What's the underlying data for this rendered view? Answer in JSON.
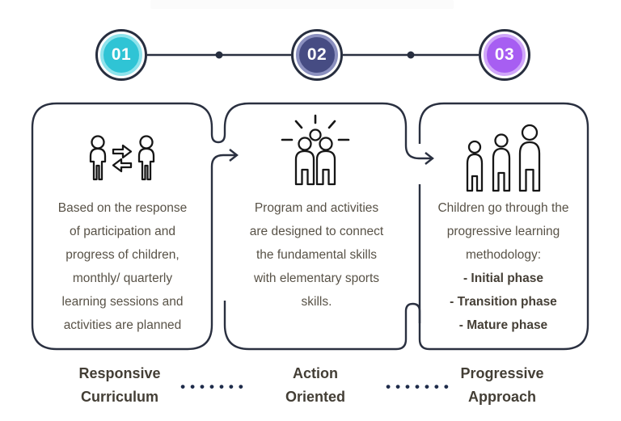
{
  "timeline": {
    "steps": [
      {
        "number": "01",
        "color": "#2fc4d5",
        "glow": "#8fe3ec"
      },
      {
        "number": "02",
        "color": "#464c83",
        "glow": "#8b90bf"
      },
      {
        "number": "03",
        "color": "#a75ef2",
        "glow": "#cfa6f9"
      }
    ]
  },
  "cards": [
    {
      "icon": "people-exchange-icon",
      "lines": [
        "Based on the response",
        "of participation and",
        "progress of children,",
        "monthly/ quarterly",
        "learning sessions and",
        "activities are planned"
      ]
    },
    {
      "icon": "team-motivation-icon",
      "lines": [
        "Program and activities",
        "are designed to connect",
        "the fundamental skills",
        "with elementary sports",
        "skills."
      ]
    },
    {
      "icon": "progressive-growth-icon",
      "lines": [
        "Children go through the",
        "progressive learning",
        "methodology:"
      ],
      "phases": [
        "- Initial phase",
        "- Transition phase",
        "- Mature phase"
      ]
    }
  ],
  "footer": {
    "labels": [
      {
        "line1": "Responsive",
        "line2": "Curriculum"
      },
      {
        "line1": "Action",
        "line2": "Oriented"
      },
      {
        "line1": "Progressive",
        "line2": "Approach"
      }
    ],
    "dots": "•••••••"
  },
  "colors": {
    "outline_navy": "#2a3040",
    "body_text": "#585247",
    "footer_text": "#433e35",
    "dots_navy": "#1e2b4a"
  }
}
